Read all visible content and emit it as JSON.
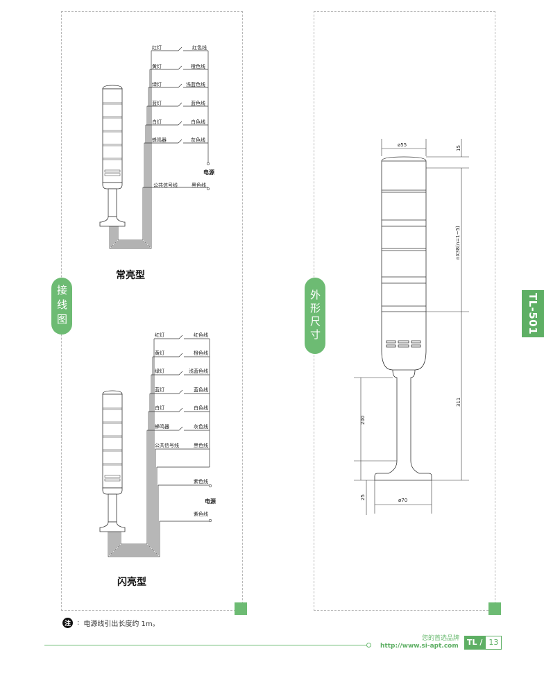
{
  "wiring": {
    "tab_label": "接线图",
    "steady": {
      "title": "常亮型",
      "rows": [
        {
          "left": "红灯",
          "right": "红色线"
        },
        {
          "left": "黄灯",
          "right": "橙色线"
        },
        {
          "left": "绿灯",
          "right": "浅蓝色线"
        },
        {
          "left": "蓝灯",
          "right": "蓝色线"
        },
        {
          "left": "白灯",
          "right": "白色线"
        },
        {
          "left": "蜂鸣器",
          "right": "灰色线"
        }
      ],
      "power_label": "电源",
      "common_left": "公共信号线",
      "common_right": "黑色线"
    },
    "flash": {
      "title": "闪亮型",
      "rows": [
        {
          "left": "红灯",
          "right": "红色线"
        },
        {
          "left": "黄灯",
          "right": "橙色线"
        },
        {
          "left": "绿灯",
          "right": "浅蓝色线"
        },
        {
          "left": "蓝灯",
          "right": "蓝色线"
        },
        {
          "left": "白灯",
          "right": "白色线"
        },
        {
          "left": "蜂鸣器",
          "right": "灰色线"
        },
        {
          "left": "公共信号线",
          "right": "黑色线"
        }
      ],
      "power_top": "紫色线",
      "power_label": "电源",
      "power_bottom": "紫色线"
    }
  },
  "dimensions": {
    "tab_label": "外形尺寸",
    "dia_top": "ø55",
    "top_cap": "15",
    "module_pitch": "nX38(n=1~5)",
    "pole_height": "200",
    "total_below": "311",
    "base_height": "25",
    "dia_base": "ø70"
  },
  "side_tab": "TL-501",
  "note": {
    "icon": "注",
    "text": "电源线引出长度约 1m。"
  },
  "footer": {
    "slogan": "您的首选品牌",
    "url": "http://www.si-apt.com",
    "section": "TL /",
    "page": "13"
  }
}
